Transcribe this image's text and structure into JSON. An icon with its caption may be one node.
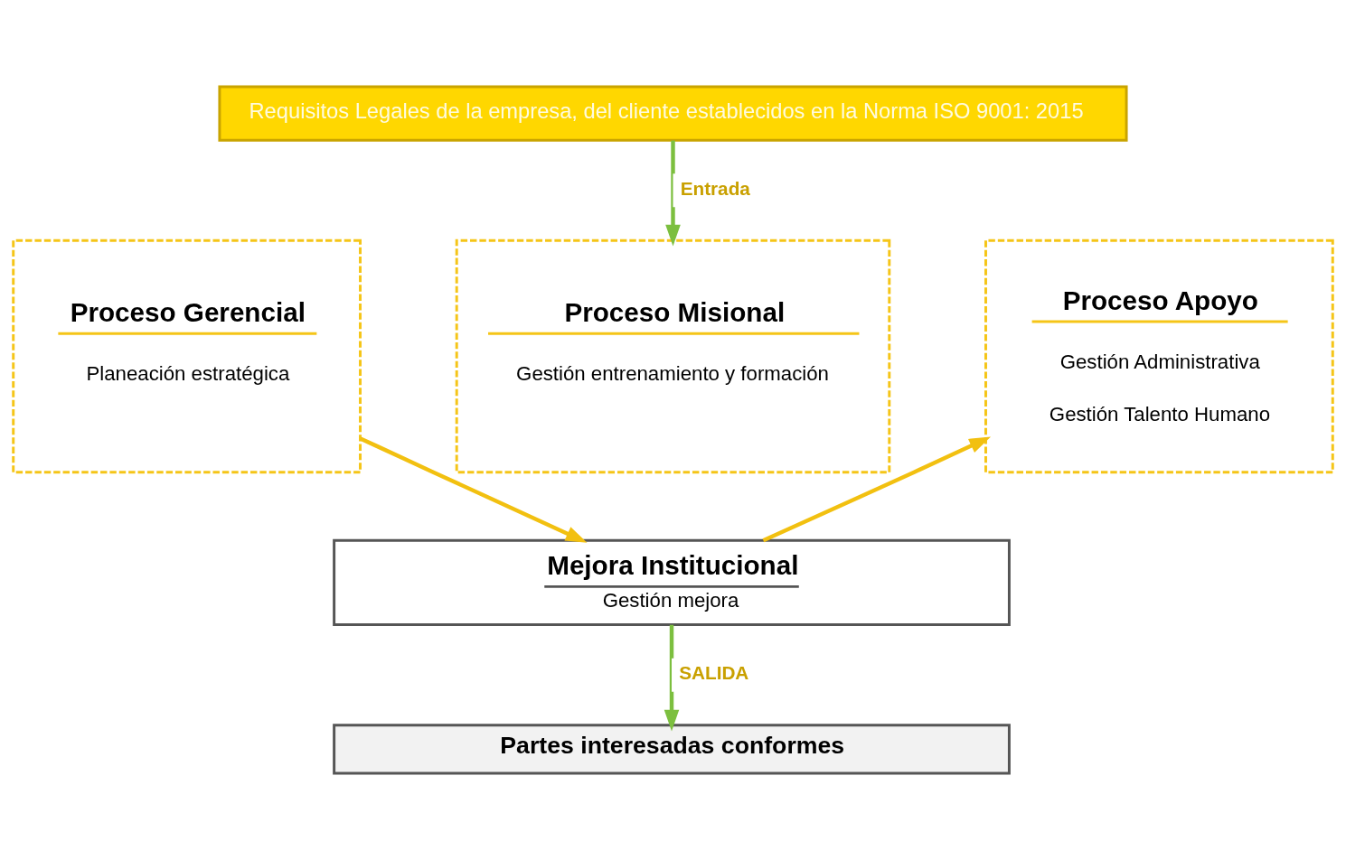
{
  "diagram": {
    "nodes": [
      {
        "text": [
          "Requisitos Legales de la empresa, del cliente establecidos en la Norma ISO 9001: 2015"
        ]
      },
      {
        "text": [
          "Proceso Gerencial",
          "Planeación estratégica"
        ]
      },
      {
        "text": [
          "Proceso Misional",
          "Gestión entrenamiento y formación"
        ]
      },
      {
        "text": [
          "Proceso Apoyo",
          "Gestión Administrativa",
          "Gestión Talento Humano"
        ]
      },
      {
        "text": [
          "Mejora Institucional",
          "Gestión mejora"
        ]
      },
      {
        "text": [
          "Partes interesadas conformes"
        ]
      }
    ],
    "edges": [
      {
        "from": 0,
        "to": 2,
        "arrow": "to",
        "label": "Entrada",
        "color": "#7cbf3f"
      },
      {
        "from": 1,
        "to": 4,
        "arrow": "to",
        "color": "#f2c010"
      },
      {
        "from": 4,
        "to": 3,
        "arrow": "to",
        "color": "#f2c010"
      },
      {
        "from": 4,
        "to": 5,
        "arrow": "to",
        "label": "SALIDA",
        "color": "#7cbf3f"
      }
    ]
  }
}
